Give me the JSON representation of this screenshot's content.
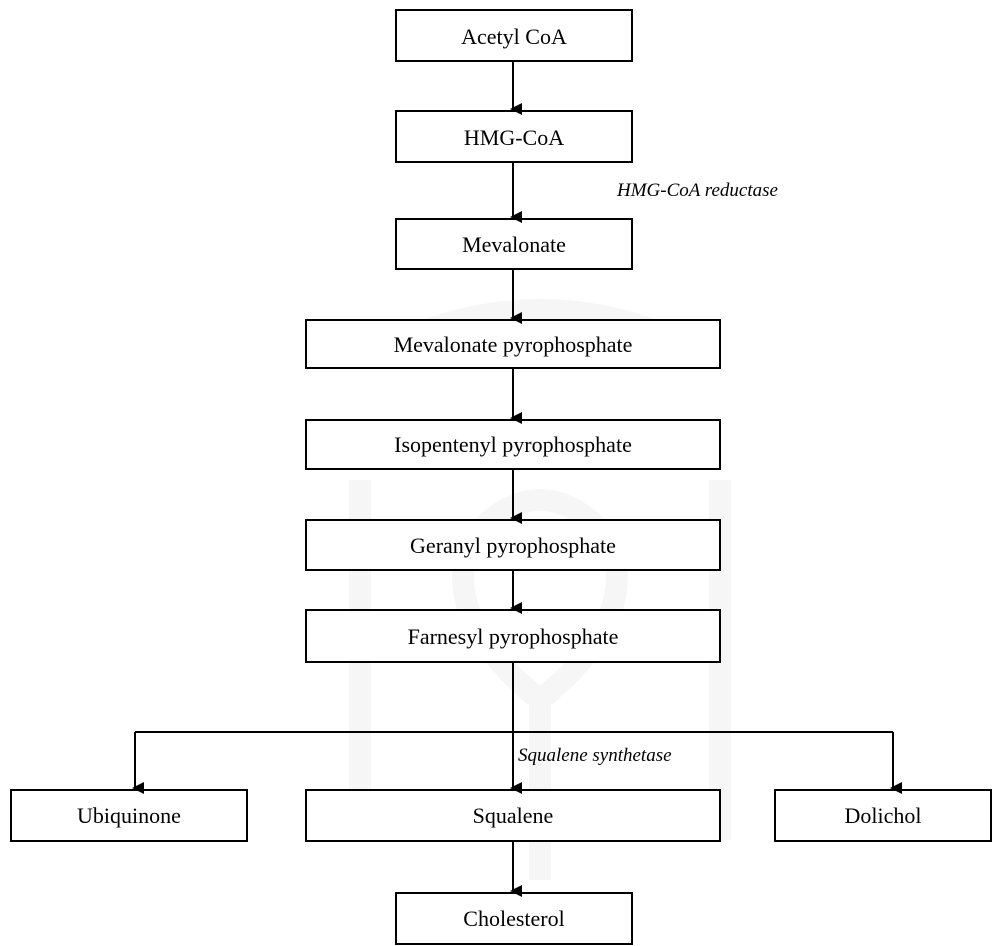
{
  "nodes": {
    "acetyl_coa": "Acetyl CoA",
    "hmg_coa": "HMG-CoA",
    "mevalonate": "Mevalonate",
    "mevalonate_pyrophosphate": "Mevalonate pyrophosphate",
    "isopentenyl_pyrophosphate": "Isopentenyl pyrophosphate",
    "geranyl_pyrophosphate": "Geranyl pyrophosphate",
    "farnesyl_pyrophosphate": "Farnesyl pyrophosphate",
    "ubiquinone": "Ubiquinone",
    "squalene": "Squalene",
    "dolichol": "Dolichol",
    "cholesterol": "Cholesterol"
  },
  "enzymes": {
    "hmg_coa_reductase": "HMG-CoA reductase",
    "squalene_synthetase": "Squalene synthetase"
  },
  "colors": {
    "stroke": "#000000",
    "background": "#ffffff",
    "watermark": "#8a8a8a"
  }
}
